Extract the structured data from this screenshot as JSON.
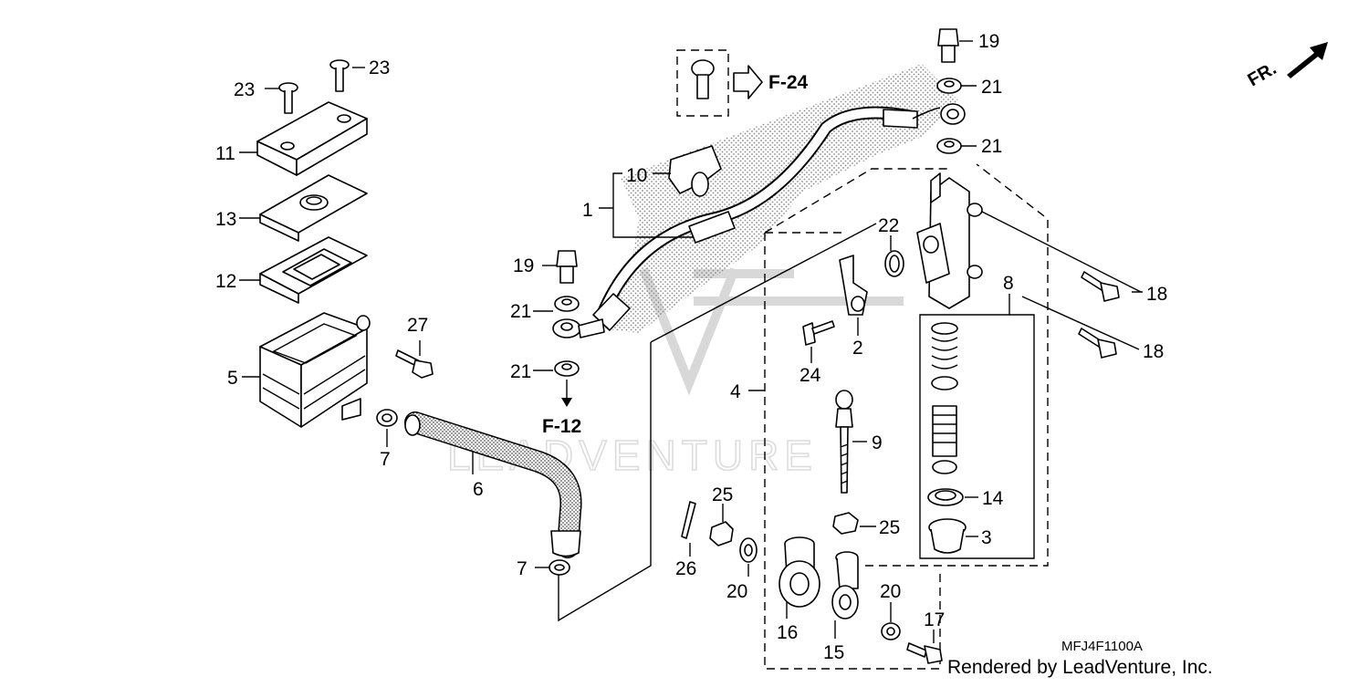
{
  "diagram": {
    "code": "MFJ4F1100A",
    "credit": "Rendered by LeadVenture, Inc.",
    "watermark": "LEADVENTURE",
    "direction_label": "FR.",
    "references": [
      "F-24",
      "F-12"
    ],
    "callouts": [
      {
        "id": "c1",
        "label": "1"
      },
      {
        "id": "c2",
        "label": "2"
      },
      {
        "id": "c3",
        "label": "3"
      },
      {
        "id": "c4",
        "label": "4"
      },
      {
        "id": "c5",
        "label": "5"
      },
      {
        "id": "c6",
        "label": "6"
      },
      {
        "id": "c7a",
        "label": "7"
      },
      {
        "id": "c7b",
        "label": "7"
      },
      {
        "id": "c8",
        "label": "8"
      },
      {
        "id": "c9",
        "label": "9"
      },
      {
        "id": "c10",
        "label": "10"
      },
      {
        "id": "c11",
        "label": "11"
      },
      {
        "id": "c12",
        "label": "12"
      },
      {
        "id": "c13",
        "label": "13"
      },
      {
        "id": "c14",
        "label": "14"
      },
      {
        "id": "c15",
        "label": "15"
      },
      {
        "id": "c16",
        "label": "16"
      },
      {
        "id": "c17",
        "label": "17"
      },
      {
        "id": "c18a",
        "label": "18"
      },
      {
        "id": "c18b",
        "label": "18"
      },
      {
        "id": "c19a",
        "label": "19"
      },
      {
        "id": "c19b",
        "label": "19"
      },
      {
        "id": "c20a",
        "label": "20"
      },
      {
        "id": "c20b",
        "label": "20"
      },
      {
        "id": "c21a",
        "label": "21"
      },
      {
        "id": "c21b",
        "label": "21"
      },
      {
        "id": "c21c",
        "label": "21"
      },
      {
        "id": "c21d",
        "label": "21"
      },
      {
        "id": "c22",
        "label": "22"
      },
      {
        "id": "c23a",
        "label": "23"
      },
      {
        "id": "c23b",
        "label": "23"
      },
      {
        "id": "c24",
        "label": "24"
      },
      {
        "id": "c25a",
        "label": "25"
      },
      {
        "id": "c25b",
        "label": "25"
      },
      {
        "id": "c26",
        "label": "26"
      },
      {
        "id": "c27",
        "label": "27"
      }
    ]
  }
}
